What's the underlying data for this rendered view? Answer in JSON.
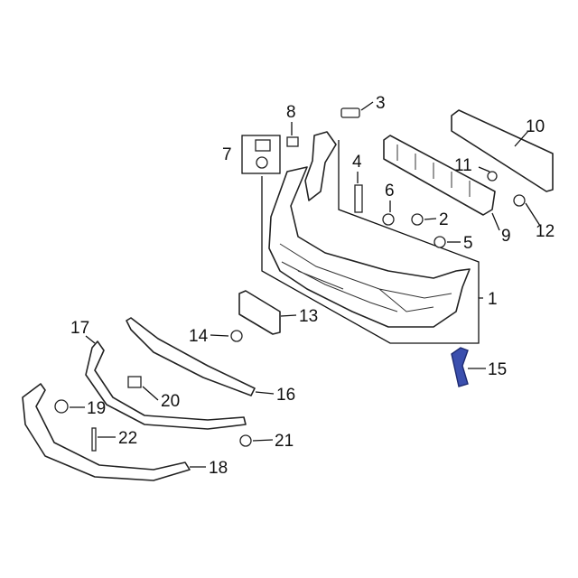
{
  "diagram": {
    "title": "Front bumper cover parts diagram",
    "highlight_color": "#3b4fae",
    "callouts": [
      {
        "id": "1",
        "label": "1"
      },
      {
        "id": "2",
        "label": "2"
      },
      {
        "id": "3",
        "label": "3"
      },
      {
        "id": "4",
        "label": "4"
      },
      {
        "id": "5",
        "label": "5"
      },
      {
        "id": "6",
        "label": "6"
      },
      {
        "id": "7",
        "label": "7"
      },
      {
        "id": "8",
        "label": "8"
      },
      {
        "id": "9",
        "label": "9"
      },
      {
        "id": "10",
        "label": "10"
      },
      {
        "id": "11",
        "label": "11"
      },
      {
        "id": "12",
        "label": "12"
      },
      {
        "id": "13",
        "label": "13"
      },
      {
        "id": "14",
        "label": "14"
      },
      {
        "id": "15",
        "label": "15"
      },
      {
        "id": "16",
        "label": "16"
      },
      {
        "id": "17",
        "label": "17"
      },
      {
        "id": "18",
        "label": "18"
      },
      {
        "id": "19",
        "label": "19"
      },
      {
        "id": "20",
        "label": "20"
      },
      {
        "id": "21",
        "label": "21"
      },
      {
        "id": "22",
        "label": "22"
      }
    ]
  }
}
